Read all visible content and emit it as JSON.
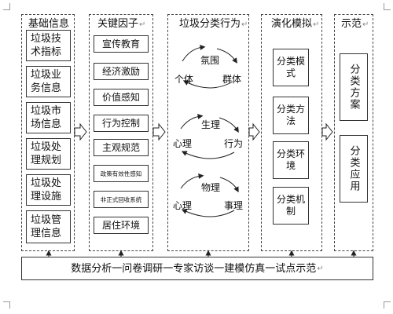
{
  "columns": {
    "basic_info": {
      "title": "基础信息",
      "items": [
        "垃圾技术指标",
        "垃圾业务信息",
        "垃圾市场信息",
        "垃圾处理规划",
        "垃圾处理设施",
        "垃圾管理信息"
      ]
    },
    "key_factors": {
      "title": "关键因子",
      "items": [
        "宣传教育",
        "经济激励",
        "价值感知",
        "行为控制",
        "主观规范",
        "政策有效性感知",
        "非正式回收系统",
        "居住环境"
      ]
    },
    "behavior": {
      "title": "垃圾分类行为",
      "cycles": [
        {
          "top": "氛围",
          "left": "个体",
          "right": "群体"
        },
        {
          "top": "生理",
          "left": "心理",
          "right": "行为"
        },
        {
          "top": "物理",
          "left": "心理",
          "right": "事理"
        }
      ]
    },
    "simulation": {
      "title": "演化模拟",
      "items": [
        "分类模式",
        "分类方法",
        "分类环境",
        "分类机制"
      ]
    },
    "demo": {
      "title": "示范",
      "items": [
        "分类方案",
        "分类应用"
      ]
    }
  },
  "bottom_bar": {
    "text": "数据分析一问卷调研一专家访谈一建模仿真一试点示范"
  },
  "return_mark": "↵"
}
